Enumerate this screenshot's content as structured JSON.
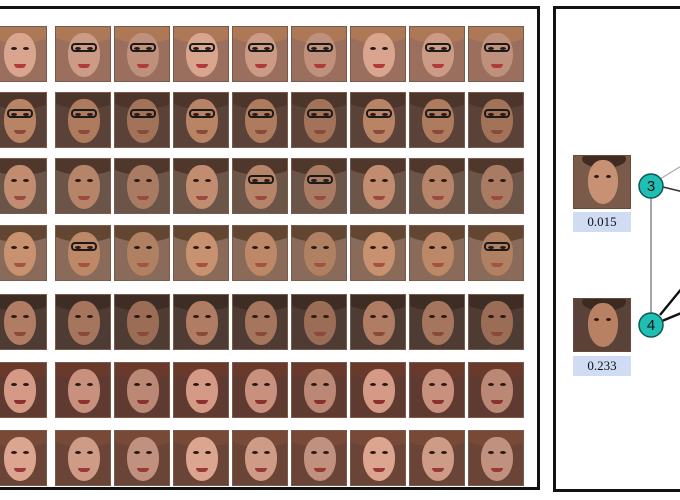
{
  "grid": {
    "rows": [
      {
        "skin": "#d9a58e",
        "hair": "#b07a55",
        "bg": "#9a6f5e",
        "lips": "#b23a3a",
        "glasses": [
          false,
          true,
          true,
          true,
          true,
          true,
          false,
          true,
          true
        ]
      },
      {
        "skin": "#b98365",
        "hair": "#4a3328",
        "bg": "#5a4238",
        "lips": "#8a4a3a",
        "glasses": [
          true,
          true,
          true,
          true,
          true,
          true,
          true,
          true,
          true
        ]
      },
      {
        "skin": "#c18c70",
        "hair": "#4b3328",
        "bg": "#6b5448",
        "lips": "#9a4a3e",
        "glasses": [
          false,
          false,
          false,
          false,
          true,
          true,
          false,
          false,
          false
        ]
      },
      {
        "skin": "#c8916f",
        "hair": "#5c3f2c",
        "bg": "#8a6a58",
        "lips": "#a35340",
        "glasses": [
          false,
          true,
          false,
          false,
          false,
          false,
          false,
          false,
          true
        ]
      },
      {
        "skin": "#b07c63",
        "hair": "#3b2a22",
        "bg": "#4e3c34",
        "lips": "#8a4a3a",
        "glasses": [
          false,
          false,
          false,
          false,
          false,
          false,
          false,
          false,
          false
        ]
      },
      {
        "skin": "#d59a86",
        "hair": "#6b3a2c",
        "bg": "#5e3a30",
        "lips": "#8b2f2f",
        "glasses": [
          false,
          false,
          false,
          false,
          false,
          false,
          false,
          false,
          false
        ]
      },
      {
        "skin": "#dba590",
        "hair": "#7a4a36",
        "bg": "#6a4436",
        "lips": "#9b3838",
        "glasses": [
          false,
          false,
          false,
          false,
          false,
          false,
          false,
          false,
          false
        ]
      }
    ]
  },
  "graph": {
    "nodes": [
      {
        "id": "3",
        "label": "3",
        "score": "0.015",
        "skin": "#c99173",
        "hair": "#3f2b20",
        "bg": "#7a5a48"
      },
      {
        "id": "4",
        "label": "4",
        "score": "0.233",
        "skin": "#b88163",
        "hair": "#3a2a22",
        "bg": "#5a4238"
      }
    ],
    "node_color": "#1fbfb4"
  }
}
